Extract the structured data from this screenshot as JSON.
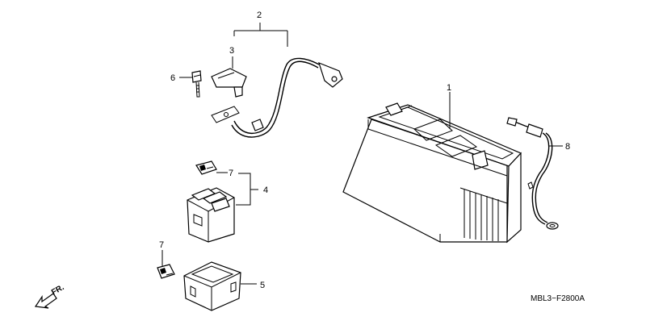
{
  "callouts": [
    {
      "id": "1",
      "label": "1",
      "part": "battery"
    },
    {
      "id": "2",
      "label": "2",
      "part": "negative-cable"
    },
    {
      "id": "3",
      "label": "3",
      "part": "terminal-cover"
    },
    {
      "id": "4",
      "label": "4",
      "part": "relay"
    },
    {
      "id": "5",
      "label": "5",
      "part": "relay-holder"
    },
    {
      "id": "6",
      "label": "6",
      "part": "bolt"
    },
    {
      "id": "7a",
      "label": "7",
      "part": "fuse-upper"
    },
    {
      "id": "7b",
      "label": "7",
      "part": "fuse-lower"
    },
    {
      "id": "8",
      "label": "8",
      "part": "positive-cable"
    }
  ],
  "direction_label": "FR.",
  "diagram_code": "MBL3−F2800A"
}
